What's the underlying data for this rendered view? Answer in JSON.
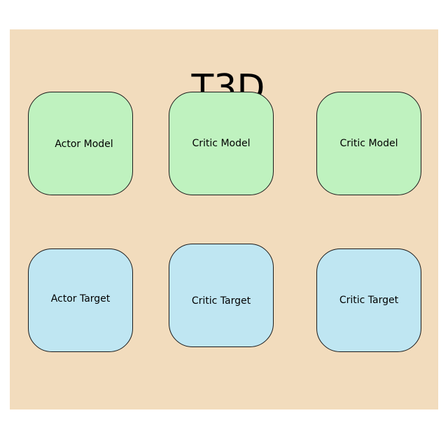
{
  "diagram": {
    "title": "T3D",
    "colors": {
      "background": "#f2dcbd",
      "model_fill": "#bff2bf",
      "target_fill": "#bfe6f2",
      "border": "#1a1a1a"
    },
    "nodes": [
      {
        "label": "Actor Model",
        "kind": "model"
      },
      {
        "label": "Critic Model",
        "kind": "model"
      },
      {
        "label": "Critic Model",
        "kind": "model"
      },
      {
        "label": "Actor Target",
        "kind": "target"
      },
      {
        "label": "Critic Target",
        "kind": "target"
      },
      {
        "label": "Critic Target",
        "kind": "target"
      }
    ]
  }
}
